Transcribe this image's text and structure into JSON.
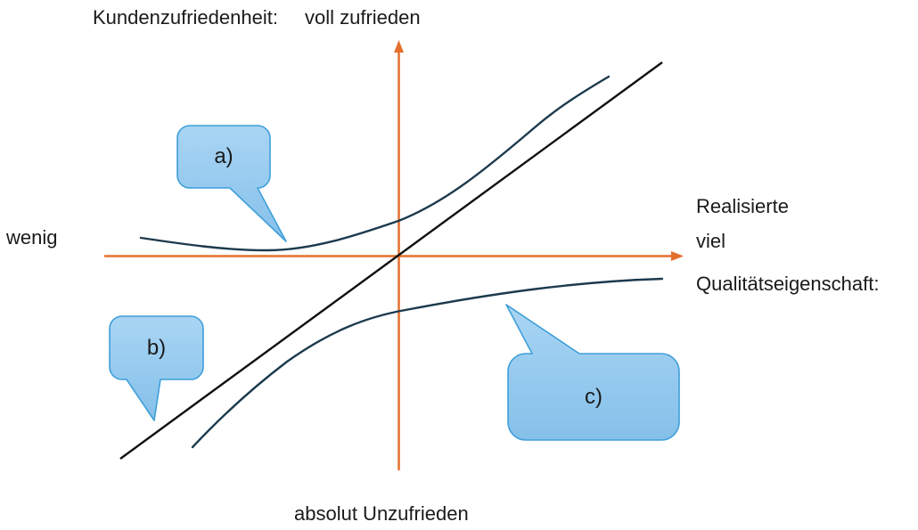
{
  "labels": {
    "y_axis_title": "Kundenzufriedenheit:",
    "y_top": "voll zufrieden",
    "y_bottom": "absolut Unzufrieden",
    "x_axis_title_line1": "Realisierte",
    "x_axis_title_line2": "Qualitätseigenschaft:",
    "x_left": "wenig",
    "x_right": "viel"
  },
  "callouts": {
    "a": "a)",
    "b": "b)",
    "c": "c)"
  },
  "colors": {
    "axis": "#E4702E",
    "curve": "#1C3A4E",
    "diagonal_line": "#101010",
    "callout_fill_top": "#A9D5F3",
    "callout_fill_bottom": "#85C0EA",
    "callout_border": "#3E9FD9",
    "text": "#1A1A1A"
  }
}
